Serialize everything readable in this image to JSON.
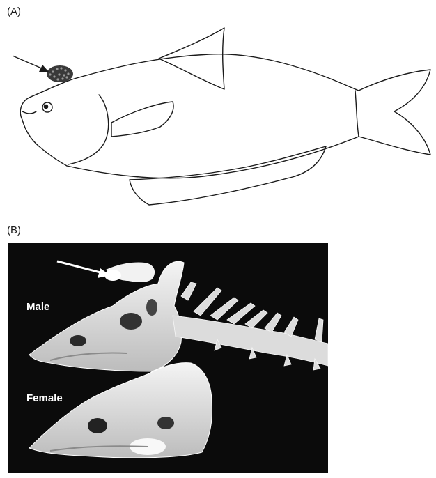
{
  "figure": {
    "panel_a": {
      "label": "(A)"
    },
    "panel_b": {
      "label": "(B)",
      "male_label": "Male",
      "female_label": "Female"
    },
    "colors": {
      "line": "#1a1a1a",
      "photo_background": "#0b0b0b",
      "bone": "#e9e9e9",
      "arrow_b": "#ffffff"
    }
  }
}
